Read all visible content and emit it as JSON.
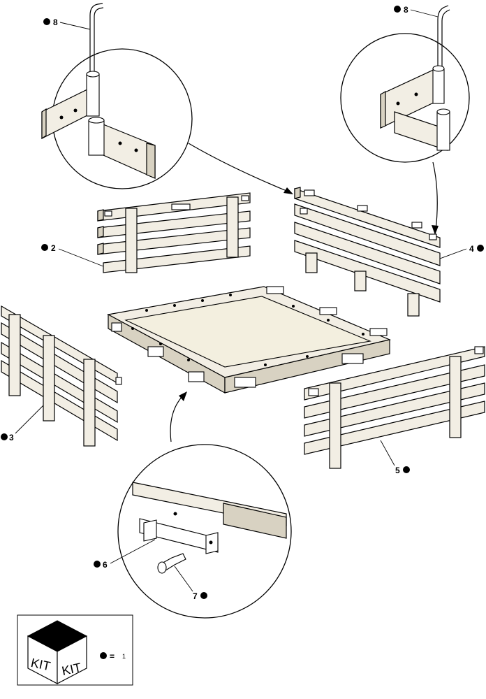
{
  "callouts": [
    {
      "id": "c8a",
      "number": "8"
    },
    {
      "id": "c8b",
      "number": "8"
    },
    {
      "id": "c2",
      "number": "2"
    },
    {
      "id": "c4",
      "number": "4"
    },
    {
      "id": "c3",
      "number": "3"
    },
    {
      "id": "c5",
      "number": "5"
    },
    {
      "id": "c6",
      "number": "6"
    },
    {
      "id": "c7",
      "number": "7"
    }
  ],
  "legend": {
    "kit_left": "KIT",
    "kit_right": "KIT",
    "equals": "=",
    "quantity": "1"
  }
}
